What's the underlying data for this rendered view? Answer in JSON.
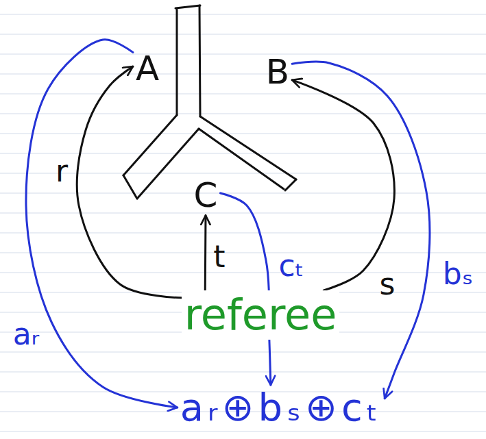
{
  "diagram": {
    "nodes": [
      {
        "text": [
          "A"
        ]
      },
      {
        "text": [
          "B"
        ]
      },
      {
        "text": [
          "C"
        ]
      },
      {
        "text": [
          "referee"
        ]
      },
      {
        "text": [
          "aᵣ⊕bₛ⊕cₜ"
        ]
      }
    ],
    "edges": [
      {
        "from": 3,
        "to": 0,
        "label": "r",
        "arrow": "to"
      },
      {
        "from": 3,
        "to": 2,
        "label": "t",
        "arrow": "to"
      },
      {
        "from": 3,
        "to": 1,
        "label": "s",
        "arrow": "to"
      },
      {
        "from": 0,
        "to": 4,
        "label": "aᵣ",
        "arrow": "to"
      },
      {
        "from": 2,
        "to": 4,
        "label": "cₜ",
        "arrow": "to"
      },
      {
        "from": 1,
        "to": 4,
        "label": "bₛ",
        "arrow": "to"
      }
    ]
  }
}
